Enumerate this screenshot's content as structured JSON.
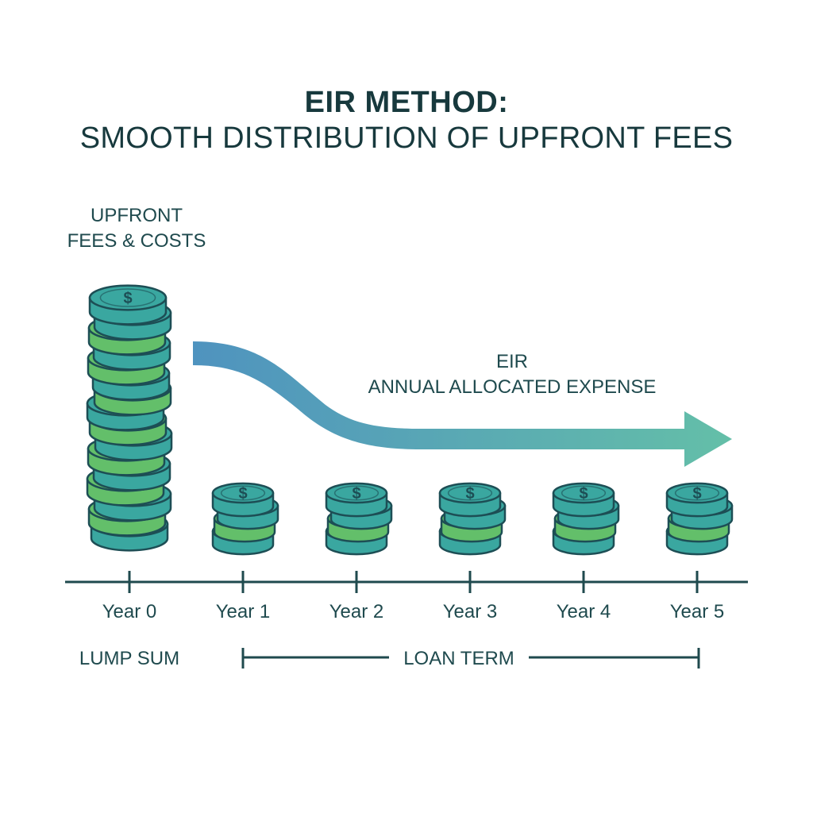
{
  "title": {
    "main": "EIR METHOD:",
    "sub": "SMOOTH DISTRIBUTION OF UPFRONT FEES"
  },
  "upfront": {
    "line1": "UPFRONT",
    "line2": "FEES & COSTS"
  },
  "arrow": {
    "line1": "EIR",
    "line2": "ANNUAL ALLOCATED EXPENSE"
  },
  "timeline": {
    "years": [
      "Year 0",
      "Year 1",
      "Year 2",
      "Year 3",
      "Year 4",
      "Year 5"
    ],
    "lump_sum_label": "LUMP SUM",
    "loan_term_label": "LOAN TERM"
  },
  "coin_symbol": "$",
  "icons": {
    "coin": "dollar-coin-icon",
    "arrow": "curved-arrow-icon"
  },
  "colors": {
    "title": "#17393d",
    "text": "#1f4a4e",
    "coin_teal": "#3aa7a0",
    "coin_green": "#63bf6a",
    "coin_outline": "#1d4e55",
    "arrow_start": "#4f93bf",
    "arrow_end": "#64bfa8",
    "axis": "#1f4a4e"
  }
}
